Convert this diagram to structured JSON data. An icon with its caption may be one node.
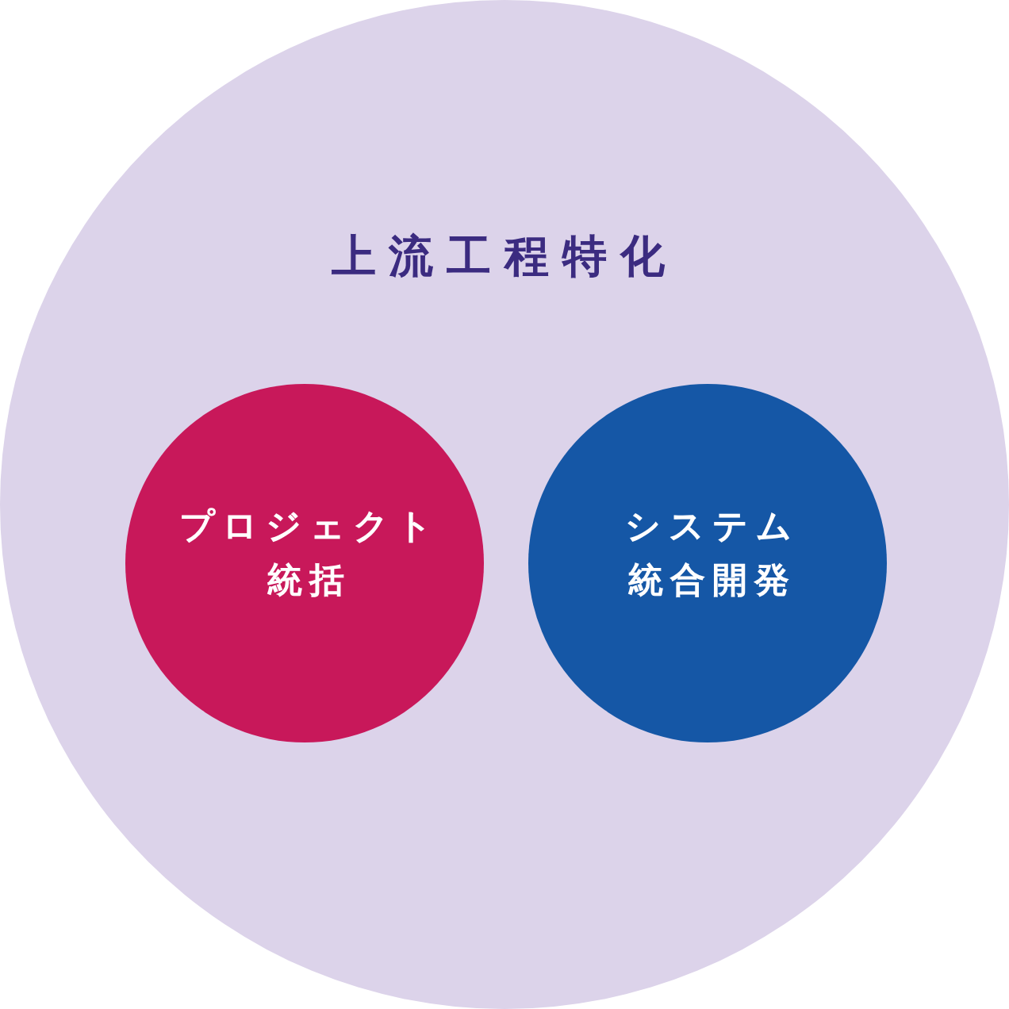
{
  "diagram": {
    "nodes": [
      {
        "text": [
          "上流工程特化"
        ]
      },
      {
        "text": [
          "プロジェクト統括"
        ],
        "in": 0
      },
      {
        "text": [
          "システム統合開発"
        ],
        "in": 0
      }
    ]
  }
}
